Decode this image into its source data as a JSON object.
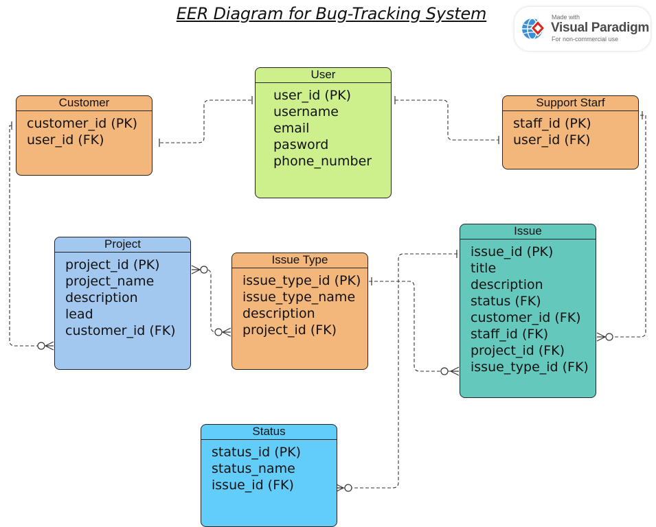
{
  "title": "EER Diagram for Bug-Tracking System",
  "logo": {
    "made_with": "Made with",
    "brand": "Visual Paradigm",
    "note": "For non-commercial use",
    "icon": "visual-paradigm-logo-icon",
    "colors": {
      "globe": "#3a8fd9",
      "diamond": "#d9261c"
    }
  },
  "entities": {
    "user": {
      "name": "User",
      "color": "#cdf08c",
      "attributes": [
        "user_id (PK)",
        "username",
        "email",
        "pasword",
        "phone_number"
      ]
    },
    "customer": {
      "name": "Customer",
      "color": "#f4b77b",
      "attributes": [
        "customer_id (PK)",
        "user_id (FK)"
      ]
    },
    "support_staff": {
      "name": "Support Starf",
      "color": "#f4b77b",
      "attributes": [
        "staff_id (PK)",
        "user_id (FK)"
      ]
    },
    "project": {
      "name": "Project",
      "color": "#a3c8f0",
      "attributes": [
        "project_id (PK)",
        "project_name",
        "description",
        "lead",
        "customer_id (FK)"
      ]
    },
    "issue_type": {
      "name": "Issue Type",
      "color": "#f4b77b",
      "attributes": [
        "issue_type_id (PK)",
        "issue_type_name",
        "description",
        "project_id (FK)"
      ]
    },
    "issue": {
      "name": "Issue",
      "color": "#65c8bd",
      "attributes": [
        "issue_id (PK)",
        "title",
        "description",
        "status (FK)",
        "customer_id (FK)",
        "staff_id (FK)",
        "project_id (FK)",
        "issue_type_id (FK)"
      ]
    },
    "status": {
      "name": "Status",
      "color": "#63cdfa",
      "attributes": [
        "status_id (PK)",
        "status_name",
        "issue_id (FK)"
      ]
    }
  },
  "relationships": [
    {
      "from": "user",
      "to": "customer",
      "from_end": "one",
      "to_end": "one"
    },
    {
      "from": "user",
      "to": "support_staff",
      "from_end": "one",
      "to_end": "one"
    },
    {
      "from": "customer",
      "to": "project",
      "from_end": "one",
      "to_end": "zero-or-many"
    },
    {
      "from": "project",
      "to": "issue_type",
      "from_end": "zero-or-many",
      "to_end": "zero-or-many"
    },
    {
      "from": "issue_type",
      "to": "issue",
      "from_end": "one",
      "to_end": "zero-or-many"
    },
    {
      "from": "support_staff",
      "to": "issue",
      "from_end": "one",
      "to_end": "zero-or-many"
    },
    {
      "from": "issue",
      "to": "status",
      "from_end": "one",
      "to_end": "zero-or-many"
    }
  ]
}
